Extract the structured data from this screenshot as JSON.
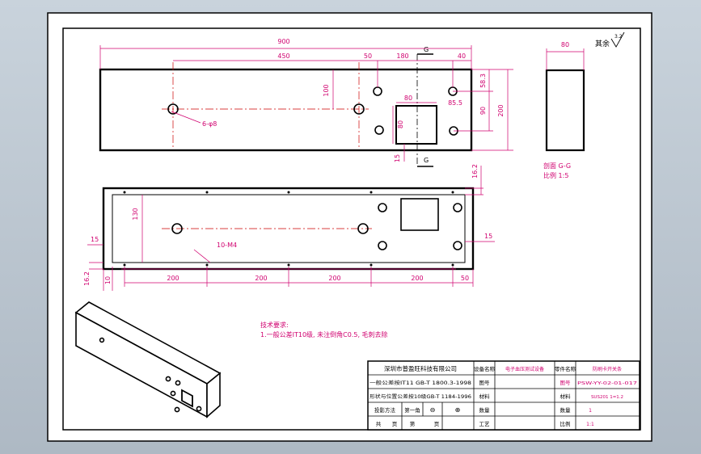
{
  "drawing": {
    "top_view": {
      "dim_overall_length": "900",
      "dim_hole_spacing": "450",
      "dim_hole_offset_50": "50",
      "dim_hole_pitch_180": "180",
      "dim_edge_40": "40",
      "dim_height_200": "200",
      "dim_vertical_100": "100",
      "dim_58_3": "58.3",
      "dim_85_5": "85.5",
      "dim_90": "90",
      "dim_80_horizontal": "80",
      "dim_80_vertical": "80",
      "dim_15": "15",
      "hole_callout": "6-φ8",
      "section_mark": "G"
    },
    "side_view": {
      "dim_thickness_80": "80"
    },
    "section_label": "剖面 G-G",
    "section_scale": "比例 1:5",
    "roughness_label": "其余",
    "roughness_value": "3.2",
    "front_view": {
      "dim_130": "130",
      "dim_15_left": "15",
      "dim_16_2_top": "16.2",
      "dim_15_right": "15",
      "thread_callout": "10-M4",
      "dim_16_2_bottom": "16.2",
      "dim_10": "10",
      "spacing": [
        "200",
        "200",
        "200",
        "200",
        "50"
      ]
    },
    "tech_req_title": "技术要求:",
    "tech_req_line1": "1.一般公差IT10级, 未注倒角C0.5, 毛刺去除"
  },
  "title_block": {
    "company": "深圳市普盈旺科技有限公司",
    "device_label": "设备名称",
    "device_value": "电子血压测试设备",
    "part_label": "零件名称",
    "part_value": "防刷卡开关条",
    "tol_std_1": "一般公差按IT11 GB-T 1800.3-1998",
    "drawing_no_label": "图号",
    "drawing_no_value": "PSW-YY-02-01-017",
    "tol_std_2": "形状与位置公差按10级GB-T 1184-1996",
    "material_label": "材料",
    "material_value": "SUS201 1=1.2",
    "projection_label": "投影方法",
    "sheet_label": "第一角",
    "sheet_symbol": "⊕",
    "symbol_alt": "⊖",
    "quantity_label": "数量",
    "quantity_value": "1",
    "scale_label": "比例",
    "scale_value": "1:1",
    "total_label": "共",
    "page_label": "页",
    "no_label": "第",
    "page2_label": "页",
    "process_label": "工艺"
  }
}
